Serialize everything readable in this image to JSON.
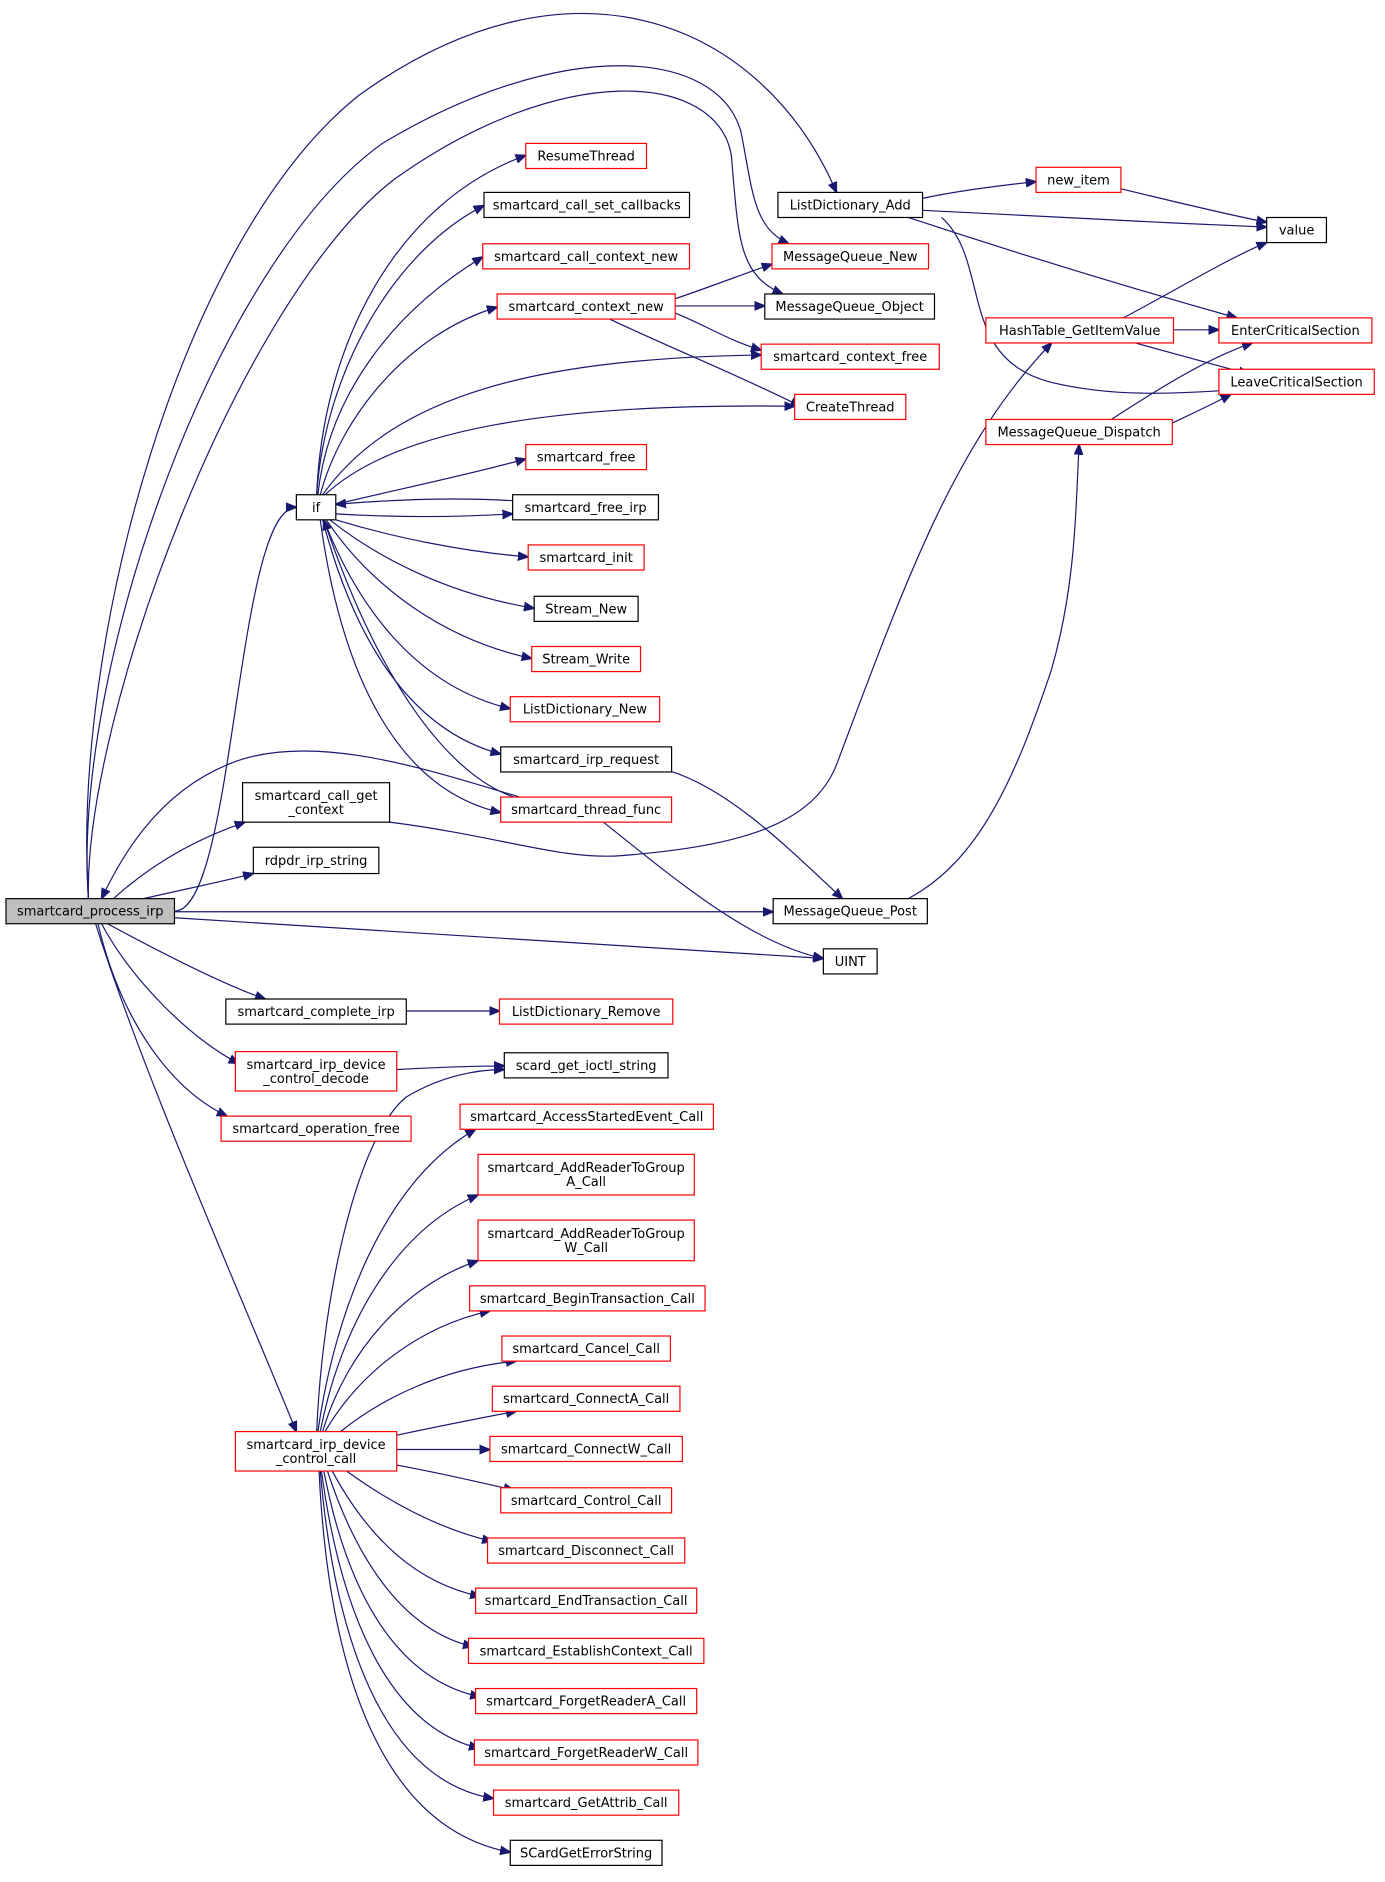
{
  "colors": {
    "edge": "#191970",
    "root_fill": "#bfbfbf",
    "border_black": "#000000",
    "border_red": "#ff0000",
    "background": "#ffffff"
  },
  "nodes": [
    {
      "id": "smartcard_process_irp",
      "lines": [
        "smartcard_process_irp"
      ],
      "border": "root"
    },
    {
      "id": "if",
      "lines": [
        "if"
      ],
      "border": "black"
    },
    {
      "id": "ResumeThread",
      "lines": [
        "ResumeThread"
      ],
      "border": "red"
    },
    {
      "id": "smartcard_call_set_callbacks",
      "lines": [
        "smartcard_call_set_callbacks"
      ],
      "border": "black"
    },
    {
      "id": "smartcard_call_context_new",
      "lines": [
        "smartcard_call_context_new"
      ],
      "border": "red"
    },
    {
      "id": "smartcard_context_new",
      "lines": [
        "smartcard_context_new"
      ],
      "border": "red"
    },
    {
      "id": "smartcard_free",
      "lines": [
        "smartcard_free"
      ],
      "border": "red"
    },
    {
      "id": "smartcard_free_irp",
      "lines": [
        "smartcard_free_irp"
      ],
      "border": "black"
    },
    {
      "id": "smartcard_init",
      "lines": [
        "smartcard_init"
      ],
      "border": "red"
    },
    {
      "id": "Stream_New",
      "lines": [
        "Stream_New"
      ],
      "border": "black"
    },
    {
      "id": "Stream_Write",
      "lines": [
        "Stream_Write"
      ],
      "border": "red"
    },
    {
      "id": "ListDictionary_New",
      "lines": [
        "ListDictionary_New"
      ],
      "border": "red"
    },
    {
      "id": "smartcard_irp_request",
      "lines": [
        "smartcard_irp_request"
      ],
      "border": "black"
    },
    {
      "id": "smartcard_thread_func",
      "lines": [
        "smartcard_thread_func"
      ],
      "border": "red"
    },
    {
      "id": "smartcard_call_get_context",
      "lines": [
        "smartcard_call_get",
        "_context"
      ],
      "border": "black"
    },
    {
      "id": "rdpdr_irp_string",
      "lines": [
        "rdpdr_irp_string"
      ],
      "border": "black"
    },
    {
      "id": "ListDictionary_Add",
      "lines": [
        "ListDictionary_Add"
      ],
      "border": "black"
    },
    {
      "id": "MessageQueue_New",
      "lines": [
        "MessageQueue_New"
      ],
      "border": "red"
    },
    {
      "id": "MessageQueue_Object",
      "lines": [
        "MessageQueue_Object"
      ],
      "border": "black"
    },
    {
      "id": "smartcard_context_free",
      "lines": [
        "smartcard_context_free"
      ],
      "border": "red"
    },
    {
      "id": "CreateThread",
      "lines": [
        "CreateThread"
      ],
      "border": "red"
    },
    {
      "id": "new_item",
      "lines": [
        "new_item"
      ],
      "border": "red"
    },
    {
      "id": "value",
      "lines": [
        "value"
      ],
      "border": "black"
    },
    {
      "id": "HashTable_GetItemValue",
      "lines": [
        "HashTable_GetItemValue"
      ],
      "border": "red"
    },
    {
      "id": "EnterCriticalSection",
      "lines": [
        "EnterCriticalSection"
      ],
      "border": "red"
    },
    {
      "id": "LeaveCriticalSection",
      "lines": [
        "LeaveCriticalSection"
      ],
      "border": "red"
    },
    {
      "id": "MessageQueue_Dispatch",
      "lines": [
        "MessageQueue_Dispatch"
      ],
      "border": "red"
    },
    {
      "id": "MessageQueue_Post",
      "lines": [
        "MessageQueue_Post"
      ],
      "border": "black"
    },
    {
      "id": "UINT",
      "lines": [
        "UINT"
      ],
      "border": "black"
    },
    {
      "id": "smartcard_complete_irp",
      "lines": [
        "smartcard_complete_irp"
      ],
      "border": "black"
    },
    {
      "id": "ListDictionary_Remove",
      "lines": [
        "ListDictionary_Remove"
      ],
      "border": "red"
    },
    {
      "id": "smartcard_irp_device_control_decode",
      "lines": [
        "smartcard_irp_device",
        "_control_decode"
      ],
      "border": "red"
    },
    {
      "id": "scard_get_ioctl_string",
      "lines": [
        "scard_get_ioctl_string"
      ],
      "border": "black"
    },
    {
      "id": "smartcard_operation_free",
      "lines": [
        "smartcard_operation_free"
      ],
      "border": "red"
    },
    {
      "id": "smartcard_irp_device_control_call",
      "lines": [
        "smartcard_irp_device",
        "_control_call"
      ],
      "border": "red"
    },
    {
      "id": "smartcard_AccessStartedEvent_Call",
      "lines": [
        "smartcard_AccessStartedEvent_Call"
      ],
      "border": "red"
    },
    {
      "id": "smartcard_AddReaderToGroupA_Call",
      "lines": [
        "smartcard_AddReaderToGroup",
        "A_Call"
      ],
      "border": "red"
    },
    {
      "id": "smartcard_AddReaderToGroupW_Call",
      "lines": [
        "smartcard_AddReaderToGroup",
        "W_Call"
      ],
      "border": "red"
    },
    {
      "id": "smartcard_BeginTransaction_Call",
      "lines": [
        "smartcard_BeginTransaction_Call"
      ],
      "border": "red"
    },
    {
      "id": "smartcard_Cancel_Call",
      "lines": [
        "smartcard_Cancel_Call"
      ],
      "border": "red"
    },
    {
      "id": "smartcard_ConnectA_Call",
      "lines": [
        "smartcard_ConnectA_Call"
      ],
      "border": "red"
    },
    {
      "id": "smartcard_ConnectW_Call",
      "lines": [
        "smartcard_ConnectW_Call"
      ],
      "border": "red"
    },
    {
      "id": "smartcard_Control_Call",
      "lines": [
        "smartcard_Control_Call"
      ],
      "border": "red"
    },
    {
      "id": "smartcard_Disconnect_Call",
      "lines": [
        "smartcard_Disconnect_Call"
      ],
      "border": "red"
    },
    {
      "id": "smartcard_EndTransaction_Call",
      "lines": [
        "smartcard_EndTransaction_Call"
      ],
      "border": "red"
    },
    {
      "id": "smartcard_EstablishContext_Call",
      "lines": [
        "smartcard_EstablishContext_Call"
      ],
      "border": "red"
    },
    {
      "id": "smartcard_ForgetReaderA_Call",
      "lines": [
        "smartcard_ForgetReaderA_Call"
      ],
      "border": "red"
    },
    {
      "id": "smartcard_ForgetReaderW_Call",
      "lines": [
        "smartcard_ForgetReaderW_Call"
      ],
      "border": "red"
    },
    {
      "id": "smartcard_GetAttrib_Call",
      "lines": [
        "smartcard_GetAttrib_Call"
      ],
      "border": "red"
    },
    {
      "id": "SCardGetErrorString",
      "lines": [
        "SCardGetErrorString"
      ],
      "border": "black"
    }
  ],
  "edges": [
    [
      "smartcard_process_irp",
      "if"
    ],
    [
      "smartcard_process_irp",
      "ListDictionary_Add"
    ],
    [
      "smartcard_process_irp",
      "MessageQueue_New"
    ],
    [
      "smartcard_process_irp",
      "MessageQueue_Object"
    ],
    [
      "smartcard_process_irp",
      "smartcard_call_get_context"
    ],
    [
      "smartcard_process_irp",
      "rdpdr_irp_string"
    ],
    [
      "smartcard_process_irp",
      "MessageQueue_Post"
    ],
    [
      "smartcard_process_irp",
      "UINT"
    ],
    [
      "smartcard_process_irp",
      "smartcard_complete_irp"
    ],
    [
      "smartcard_process_irp",
      "smartcard_irp_device_control_decode"
    ],
    [
      "smartcard_process_irp",
      "smartcard_operation_free"
    ],
    [
      "smartcard_process_irp",
      "smartcard_irp_device_control_call"
    ],
    [
      "if",
      "ResumeThread"
    ],
    [
      "if",
      "smartcard_call_set_callbacks"
    ],
    [
      "if",
      "smartcard_call_context_new"
    ],
    [
      "if",
      "smartcard_context_new"
    ],
    [
      "if",
      "smartcard_context_free"
    ],
    [
      "if",
      "CreateThread"
    ],
    [
      "if",
      "smartcard_free"
    ],
    [
      "if",
      "smartcard_free_irp"
    ],
    [
      "if",
      "smartcard_init"
    ],
    [
      "if",
      "Stream_New"
    ],
    [
      "if",
      "Stream_Write"
    ],
    [
      "if",
      "ListDictionary_New"
    ],
    [
      "if",
      "smartcard_irp_request"
    ],
    [
      "if",
      "smartcard_thread_func"
    ],
    [
      "smartcard_free_irp",
      "if"
    ],
    [
      "smartcard_thread_func",
      "if"
    ],
    [
      "smartcard_thread_func",
      "smartcard_process_irp"
    ],
    [
      "smartcard_thread_func",
      "UINT"
    ],
    [
      "smartcard_context_new",
      "MessageQueue_New"
    ],
    [
      "smartcard_context_new",
      "MessageQueue_Object"
    ],
    [
      "smartcard_context_new",
      "smartcard_context_free"
    ],
    [
      "smartcard_context_new",
      "CreateThread"
    ],
    [
      "smartcard_irp_request",
      "MessageQueue_Post"
    ],
    [
      "smartcard_call_get_context",
      "HashTable_GetItemValue"
    ],
    [
      "ListDictionary_Add",
      "new_item"
    ],
    [
      "ListDictionary_Add",
      "value"
    ],
    [
      "ListDictionary_Add",
      "EnterCriticalSection"
    ],
    [
      "ListDictionary_Add",
      "LeaveCriticalSection"
    ],
    [
      "new_item",
      "value"
    ],
    [
      "HashTable_GetItemValue",
      "value"
    ],
    [
      "HashTable_GetItemValue",
      "EnterCriticalSection"
    ],
    [
      "HashTable_GetItemValue",
      "LeaveCriticalSection"
    ],
    [
      "MessageQueue_Dispatch",
      "EnterCriticalSection"
    ],
    [
      "MessageQueue_Dispatch",
      "LeaveCriticalSection"
    ],
    [
      "MessageQueue_Post",
      "MessageQueue_Dispatch"
    ],
    [
      "smartcard_complete_irp",
      "ListDictionary_Remove"
    ],
    [
      "smartcard_irp_device_control_decode",
      "scard_get_ioctl_string"
    ],
    [
      "smartcard_irp_device_control_call",
      "scard_get_ioctl_string"
    ],
    [
      "smartcard_irp_device_control_call",
      "smartcard_AccessStartedEvent_Call"
    ],
    [
      "smartcard_irp_device_control_call",
      "smartcard_AddReaderToGroupA_Call"
    ],
    [
      "smartcard_irp_device_control_call",
      "smartcard_AddReaderToGroupW_Call"
    ],
    [
      "smartcard_irp_device_control_call",
      "smartcard_BeginTransaction_Call"
    ],
    [
      "smartcard_irp_device_control_call",
      "smartcard_Cancel_Call"
    ],
    [
      "smartcard_irp_device_control_call",
      "smartcard_ConnectA_Call"
    ],
    [
      "smartcard_irp_device_control_call",
      "smartcard_ConnectW_Call"
    ],
    [
      "smartcard_irp_device_control_call",
      "smartcard_Control_Call"
    ],
    [
      "smartcard_irp_device_control_call",
      "smartcard_Disconnect_Call"
    ],
    [
      "smartcard_irp_device_control_call",
      "smartcard_EndTransaction_Call"
    ],
    [
      "smartcard_irp_device_control_call",
      "smartcard_EstablishContext_Call"
    ],
    [
      "smartcard_irp_device_control_call",
      "smartcard_ForgetReaderA_Call"
    ],
    [
      "smartcard_irp_device_control_call",
      "smartcard_ForgetReaderW_Call"
    ],
    [
      "smartcard_irp_device_control_call",
      "smartcard_GetAttrib_Call"
    ],
    [
      "smartcard_irp_device_control_call",
      "SCardGetErrorString"
    ]
  ]
}
